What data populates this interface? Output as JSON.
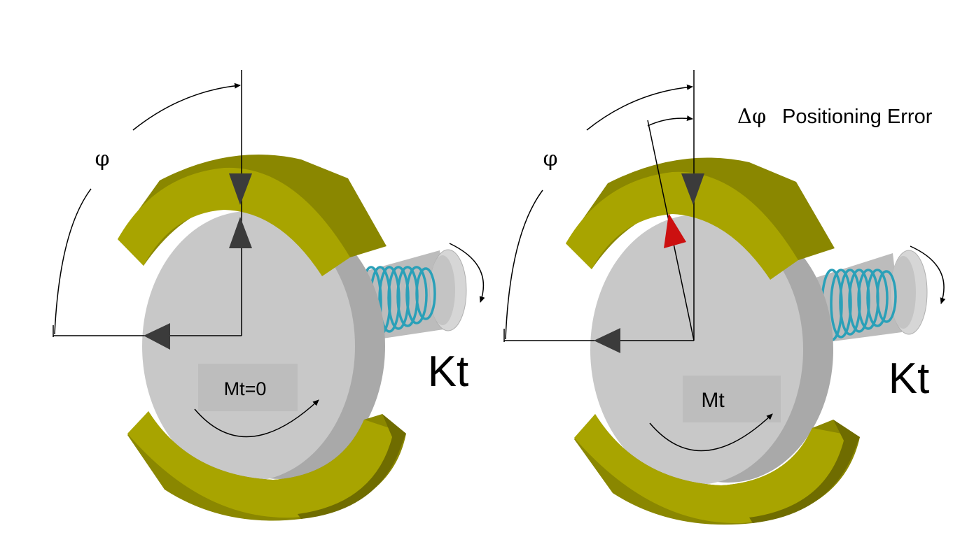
{
  "colors": {
    "background": "#ffffff",
    "magnet": "#a8a400",
    "magnet_side": "#8a8700",
    "magnet_dark": "#6f6c00",
    "rotor_face": "#c8c8c8",
    "rotor_edge": "#a9a9a9",
    "label_box": "#bdbdbd",
    "spring": "#2aa0b8",
    "marker_dark": "#3b3b3b",
    "marker_error": "#cc1010",
    "line": "#000000"
  },
  "left": {
    "angle_symbol": "φ",
    "torque_label": "Mt=0",
    "stiffness_label": "Kt",
    "rotor_marker_icon": "dark-triangle"
  },
  "right": {
    "angle_symbol": "φ",
    "error_symbol": "Δφ",
    "error_label": "Positioning Error",
    "torque_label": "Mt",
    "stiffness_label": "Kt",
    "rotor_marker_icon": "red-triangle"
  }
}
